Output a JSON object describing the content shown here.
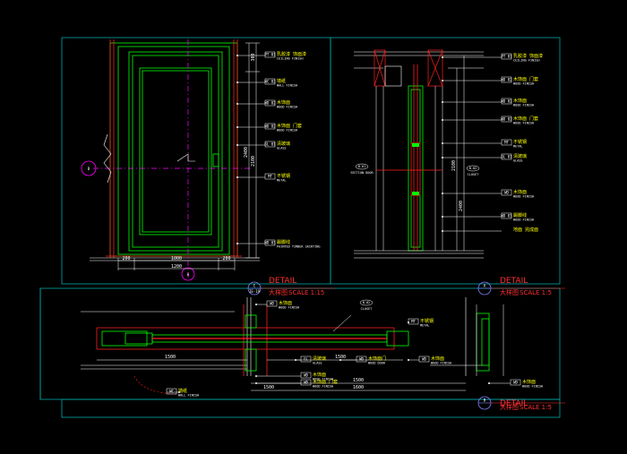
{
  "colors": {
    "background": "#000000",
    "frame": "#00a8a8",
    "wall": "#00ff00",
    "structure": "#ff2020",
    "centerline": "#ff00ff",
    "dimension": "#ffffff",
    "label": "#ffff00",
    "hatch": "#8080ff"
  },
  "drawings": {
    "elevation": {
      "section_marker": "B",
      "bottom_marker": "A",
      "dims_bottom": [
        "200",
        "1000",
        "200"
      ],
      "dim_total": "1200",
      "dims_right": [
        "2400",
        "2100",
        "300"
      ],
      "callouts": [
        {
          "code": "PT 01",
          "text": "乳胶漆 饰面漆",
          "sub": "CEILING FINISH"
        },
        {
          "code": "WC 02",
          "text": "墙纸",
          "sub": "WALL FINISH"
        },
        {
          "code": "WD 02",
          "text": "木饰面",
          "sub": "WOOD FINISH"
        },
        {
          "code": "WD 02",
          "text": "木饰面 门套",
          "sub": "WOOD FINISH"
        },
        {
          "code": "GL 01",
          "text": "清玻璃",
          "sub": "GLASS"
        },
        {
          "code": "MT",
          "text": "不锈钢",
          "sub": "METAL"
        },
        {
          "code": "WD 03",
          "text": "踢脚线",
          "sub": "PAINTED TIMBER SKIRTING"
        }
      ]
    },
    "section": {
      "tags": [
        {
          "code": "B-01",
          "text": "SECTION DOOR"
        },
        {
          "code": "B-02",
          "text": "CLOSET"
        }
      ],
      "dims_right": [
        "2100",
        "2400"
      ],
      "callouts": [
        {
          "code": "PT 01",
          "text": "乳胶漆 饰面漆",
          "sub": "CEILING FINISH"
        },
        {
          "code": "WD 02",
          "text": "木饰面 门套",
          "sub": "WOOD FINISH"
        },
        {
          "code": "WD 02",
          "text": "木饰面",
          "sub": "WOOD FINISH"
        },
        {
          "code": "WD 02",
          "text": "木饰面 门套",
          "sub": "WOOD FINISH"
        },
        {
          "code": "MT",
          "text": "不锈钢",
          "sub": "METAL"
        },
        {
          "code": "GL 01",
          "text": "清玻璃",
          "sub": "GLASS"
        },
        {
          "code": "WD",
          "text": "木饰面",
          "sub": "WOOD FINISH"
        },
        {
          "code": "WD 03",
          "text": "踢脚线",
          "sub": "WOOD FINISH"
        },
        {
          "code": "",
          "text": "地面 完成面",
          "sub": ""
        }
      ]
    },
    "plan": {
      "tags": [
        {
          "code": "B-02",
          "text": "CLOSET"
        }
      ],
      "dims": [
        "1500",
        "1500",
        "1500",
        "1600",
        "1500"
      ],
      "callouts": [
        {
          "code": "WD",
          "text": "木饰面",
          "sub": "WOOD FINISH"
        },
        {
          "code": "MT",
          "text": "不锈钢",
          "sub": "METAL"
        },
        {
          "code": "GL",
          "text": "清玻璃",
          "sub": "GLASS"
        },
        {
          "code": "WD",
          "text": "木饰面门",
          "sub": "WOOD DOOR"
        },
        {
          "code": "WD",
          "text": "木饰面",
          "sub": "WOOD FINISH"
        },
        {
          "code": "WD",
          "text": "木饰面",
          "sub": "WOOD FINISH"
        },
        {
          "code": "WD",
          "text": "木饰面 门套",
          "sub": "WOOD FINISH"
        },
        {
          "code": "WC",
          "text": "墙纸",
          "sub": "WALL FINISH"
        }
      ],
      "detail_callouts": [
        {
          "code": "WD",
          "text": "木饰面",
          "sub": "WOOD FINISH"
        }
      ]
    }
  },
  "titles": [
    {
      "id": "C",
      "sheet": "IE-19",
      "name": "DETAIL",
      "scale_label": "SCALE 1:15",
      "prefix": "大样图"
    },
    {
      "id": "A",
      "sheet": "",
      "name": "DETAIL",
      "scale_label": "SCALE 1:5",
      "prefix": "大样图"
    },
    {
      "id": "B",
      "sheet": "",
      "name": "DETAIL",
      "scale_label": "SCALE 1:5",
      "prefix": "大样图"
    }
  ]
}
